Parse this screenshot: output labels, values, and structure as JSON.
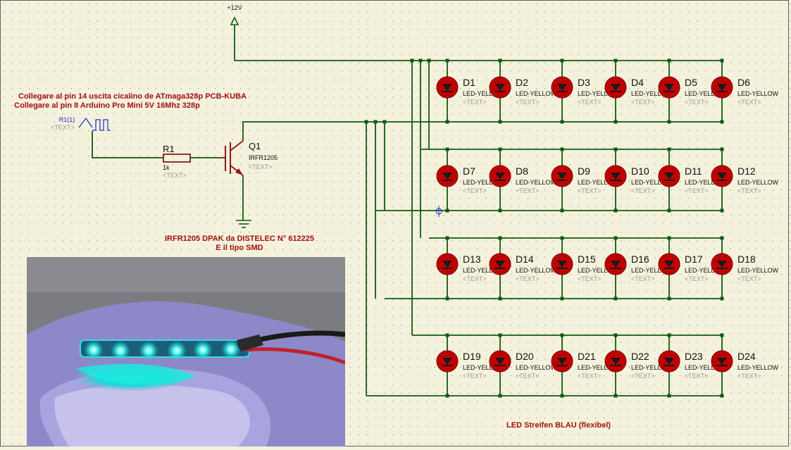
{
  "power": {
    "label": "+12V"
  },
  "annotations": {
    "line1": "Collegare al pin 14 uscita cicalino de ATmaga328p PCB-KUBA",
    "line2": "Collegare al pin 8 Arduino Pro Mini 5V 16Mhz 328p",
    "mosfet_note1": "IRFR1205 DPAK da DISTELEC N° 612225",
    "mosfet_note2": "E il tipo SMD",
    "strip_note": "LED Streifen BLAU (flexibel)"
  },
  "generator": {
    "name": "R1(1)",
    "text": "<TEXT>"
  },
  "resistor": {
    "ref": "R1",
    "value": "1k",
    "text": "<TEXT>"
  },
  "transistor": {
    "ref": "Q1",
    "value": "IRFR1205",
    "text": "<TEXT>"
  },
  "leds": [
    {
      "ref": "D1",
      "value": "LED-YELLOW",
      "text": "<TEXT>"
    },
    {
      "ref": "D2",
      "value": "LED-YELLOW",
      "text": "<TEXT>"
    },
    {
      "ref": "D3",
      "value": "LED-YELLOW",
      "text": "<TEXT>"
    },
    {
      "ref": "D4",
      "value": "LED-YELLOW",
      "text": "<TEXT>"
    },
    {
      "ref": "D5",
      "value": "LED-YELLOW",
      "text": "<TEXT>"
    },
    {
      "ref": "D6",
      "value": "LED-YELLOW",
      "text": "<TEXT>"
    },
    {
      "ref": "D7",
      "value": "LED-YELLOW",
      "text": "<TEXT>"
    },
    {
      "ref": "D8",
      "value": "LED-YELLOW",
      "text": "<TEXT>"
    },
    {
      "ref": "D9",
      "value": "LED-YELLOW",
      "text": "<TEXT>"
    },
    {
      "ref": "D10",
      "value": "LED-YELLOW",
      "text": "<TEXT>"
    },
    {
      "ref": "D11",
      "value": "LED-YELLOW",
      "text": "<TEXT>"
    },
    {
      "ref": "D12",
      "value": "LED-YELLOW",
      "text": "<TEXT>"
    },
    {
      "ref": "D13",
      "value": "LED-YELLOW",
      "text": "<TEXT>"
    },
    {
      "ref": "D14",
      "value": "LED-YELLOW",
      "text": "<TEXT>"
    },
    {
      "ref": "D15",
      "value": "LED-YELLOW",
      "text": "<TEXT>"
    },
    {
      "ref": "D16",
      "value": "LED-YELLOW",
      "text": "<TEXT>"
    },
    {
      "ref": "D17",
      "value": "LED-YELLOW",
      "text": "<TEXT>"
    },
    {
      "ref": "D18",
      "value": "LED-YELLOW",
      "text": "<TEXT>"
    },
    {
      "ref": "D19",
      "value": "LED-YELLOW",
      "text": "<TEXT>"
    },
    {
      "ref": "D20",
      "value": "LED-YELLOW",
      "text": "<TEXT>"
    },
    {
      "ref": "D21",
      "value": "LED-YELLOW",
      "text": "<TEXT>"
    },
    {
      "ref": "D22",
      "value": "LED-YELLOW",
      "text": "<TEXT>"
    },
    {
      "ref": "D23",
      "value": "LED-YELLOW",
      "text": "<TEXT>"
    },
    {
      "ref": "D24",
      "value": "LED-YELLOW",
      "text": "<TEXT>"
    }
  ],
  "colors": {
    "background": "#f4f1dc",
    "grid_dot": "#9a9a9a",
    "wire": "#0f5a12",
    "component": "#8b1a1a",
    "led_body": "#c00000",
    "label_dark": "#111111",
    "label_gray": "#9a9a9a",
    "annotation_red": "#a01010",
    "generator_blue": "#1a2bd0"
  }
}
